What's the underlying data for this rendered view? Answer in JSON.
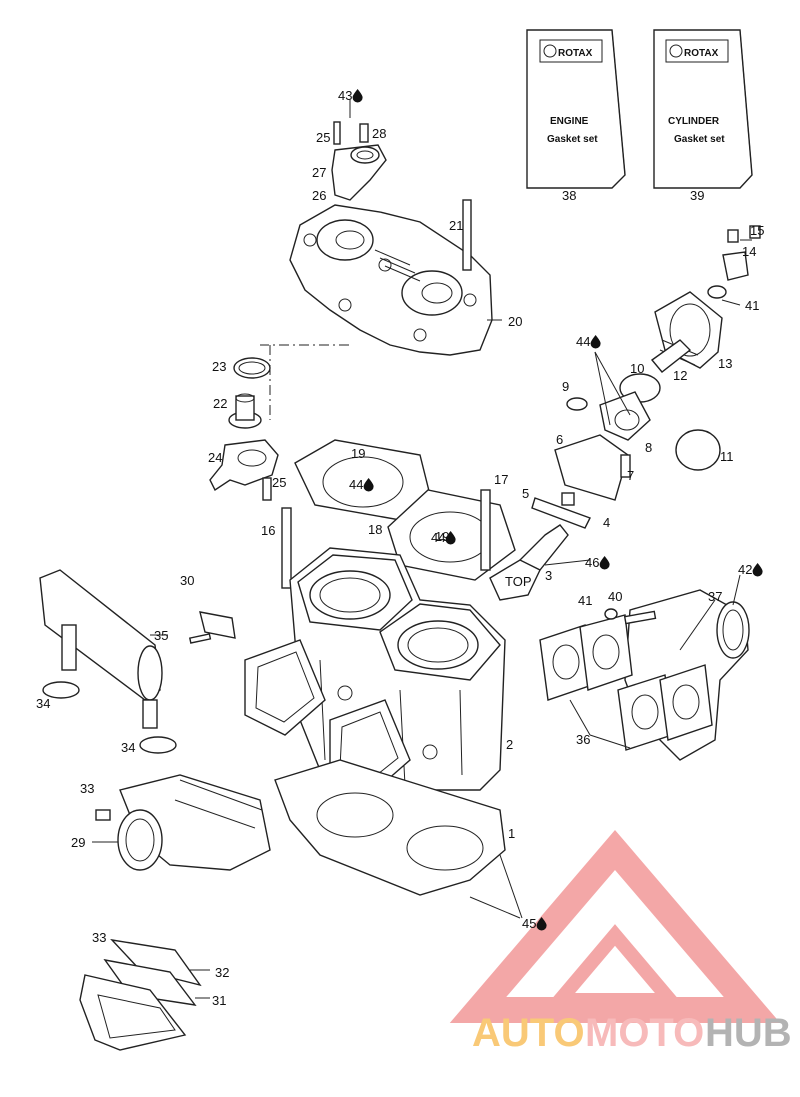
{
  "colors": {
    "line": "#222222",
    "watermark_red": "#f08a8a",
    "watermark_orange": "#f7b84a",
    "watermark_pink": "#f5a3a3",
    "watermark_gray": "#9a9a9a"
  },
  "books": [
    {
      "brand": "ROTAX",
      "line1": "ENGINE",
      "line2": "Gasket set",
      "number": "38"
    },
    {
      "brand": "ROTAX",
      "line1": "CYLINDER",
      "line2": "Gasket set",
      "number": "39"
    }
  ],
  "labels": [
    {
      "id": "l43",
      "text": "43",
      "drop": true
    },
    {
      "id": "l25a",
      "text": "25"
    },
    {
      "id": "l28",
      "text": "28"
    },
    {
      "id": "l27",
      "text": "27"
    },
    {
      "id": "l26",
      "text": "26"
    },
    {
      "id": "l21",
      "text": "21"
    },
    {
      "id": "l20",
      "text": "20"
    },
    {
      "id": "l15",
      "text": "15"
    },
    {
      "id": "l14",
      "text": "14"
    },
    {
      "id": "l41a",
      "text": "41"
    },
    {
      "id": "l13",
      "text": "13"
    },
    {
      "id": "l44a",
      "text": "44",
      "drop": true
    },
    {
      "id": "l9",
      "text": "9"
    },
    {
      "id": "l10",
      "text": "10"
    },
    {
      "id": "l12",
      "text": "12"
    },
    {
      "id": "l8",
      "text": "8"
    },
    {
      "id": "l11",
      "text": "11"
    },
    {
      "id": "l6",
      "text": "6"
    },
    {
      "id": "l7",
      "text": "7"
    },
    {
      "id": "l5",
      "text": "5"
    },
    {
      "id": "l4",
      "text": "4"
    },
    {
      "id": "l46",
      "text": "46",
      "drop": true
    },
    {
      "id": "l3",
      "text": "3"
    },
    {
      "id": "l23",
      "text": "23"
    },
    {
      "id": "l22",
      "text": "22"
    },
    {
      "id": "l24",
      "text": "24"
    },
    {
      "id": "l25b",
      "text": "25"
    },
    {
      "id": "l19a",
      "text": "19"
    },
    {
      "id": "l44b",
      "text": "44",
      "drop": true
    },
    {
      "id": "l19b",
      "text": "19"
    },
    {
      "id": "l44c",
      "text": "44",
      "drop": true
    },
    {
      "id": "l18",
      "text": "18"
    },
    {
      "id": "l17",
      "text": "17"
    },
    {
      "id": "l16",
      "text": "16"
    },
    {
      "id": "l30",
      "text": "30"
    },
    {
      "id": "l35",
      "text": "35"
    },
    {
      "id": "l34a",
      "text": "34"
    },
    {
      "id": "l34b",
      "text": "34"
    },
    {
      "id": "l2",
      "text": "2"
    },
    {
      "id": "l42",
      "text": "42",
      "drop": true
    },
    {
      "id": "l41b",
      "text": "41"
    },
    {
      "id": "l40",
      "text": "40"
    },
    {
      "id": "l37",
      "text": "37"
    },
    {
      "id": "l36",
      "text": "36"
    },
    {
      "id": "l33a",
      "text": "33"
    },
    {
      "id": "l29",
      "text": "29"
    },
    {
      "id": "l1",
      "text": "1"
    },
    {
      "id": "l45",
      "text": "45",
      "drop": true
    },
    {
      "id": "l33b",
      "text": "33"
    },
    {
      "id": "l32",
      "text": "32"
    },
    {
      "id": "l31",
      "text": "31"
    }
  ],
  "pistons": {
    "top_mark": "TOP"
  },
  "watermark": {
    "part1": "AUTO",
    "part2": "MOTO",
    "part3": "HUB"
  }
}
